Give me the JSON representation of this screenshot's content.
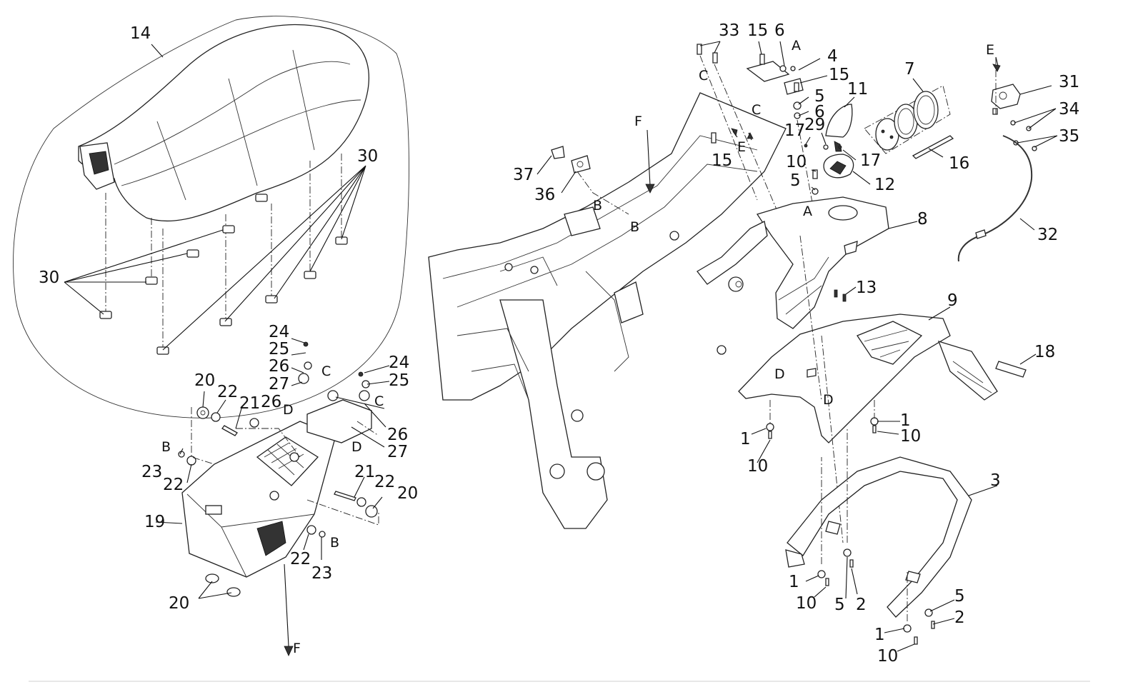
{
  "diagram": {
    "callouts": [
      {
        "id": "c14",
        "text": "14"
      },
      {
        "id": "c30a",
        "text": "30"
      },
      {
        "id": "c30b",
        "text": "30"
      },
      {
        "id": "c24a",
        "text": "24"
      },
      {
        "id": "c25a",
        "text": "25"
      },
      {
        "id": "c26a",
        "text": "26"
      },
      {
        "id": "c27a",
        "text": "27"
      },
      {
        "id": "c24b",
        "text": "24"
      },
      {
        "id": "c25b",
        "text": "25"
      },
      {
        "id": "c20a",
        "text": "20"
      },
      {
        "id": "c22a",
        "text": "22"
      },
      {
        "id": "c21a",
        "text": "21"
      },
      {
        "id": "c26b",
        "text": "26"
      },
      {
        "id": "c26c",
        "text": "26"
      },
      {
        "id": "c27b",
        "text": "27"
      },
      {
        "id": "c23a",
        "text": "23"
      },
      {
        "id": "c22b",
        "text": "22"
      },
      {
        "id": "c21b",
        "text": "21"
      },
      {
        "id": "c22c",
        "text": "22"
      },
      {
        "id": "c20b",
        "text": "20"
      },
      {
        "id": "c19",
        "text": "19"
      },
      {
        "id": "c22d",
        "text": "22"
      },
      {
        "id": "c23b",
        "text": "23"
      },
      {
        "id": "c20c",
        "text": "20"
      },
      {
        "id": "c37",
        "text": "37"
      },
      {
        "id": "c36",
        "text": "36"
      },
      {
        "id": "c33",
        "text": "33"
      },
      {
        "id": "c15a",
        "text": "15"
      },
      {
        "id": "c6a",
        "text": "6"
      },
      {
        "id": "c4",
        "text": "4"
      },
      {
        "id": "c15b",
        "text": "15"
      },
      {
        "id": "c5a",
        "text": "5"
      },
      {
        "id": "c6b",
        "text": "6"
      },
      {
        "id": "c11",
        "text": "11"
      },
      {
        "id": "c7",
        "text": "7"
      },
      {
        "id": "c17a",
        "text": "17"
      },
      {
        "id": "c29",
        "text": "29"
      },
      {
        "id": "c17b",
        "text": "17"
      },
      {
        "id": "c15c",
        "text": "15"
      },
      {
        "id": "c10a",
        "text": "10"
      },
      {
        "id": "c5b",
        "text": "5"
      },
      {
        "id": "c12",
        "text": "12"
      },
      {
        "id": "c16",
        "text": "16"
      },
      {
        "id": "c8",
        "text": "8"
      },
      {
        "id": "c13",
        "text": "13"
      },
      {
        "id": "c9",
        "text": "9"
      },
      {
        "id": "c18",
        "text": "18"
      },
      {
        "id": "c1a",
        "text": "1"
      },
      {
        "id": "c10b",
        "text": "10"
      },
      {
        "id": "c1b",
        "text": "1"
      },
      {
        "id": "c10c",
        "text": "10"
      },
      {
        "id": "c3",
        "text": "3"
      },
      {
        "id": "c1c",
        "text": "1"
      },
      {
        "id": "c10d",
        "text": "10"
      },
      {
        "id": "c5c",
        "text": "5"
      },
      {
        "id": "c2a",
        "text": "2"
      },
      {
        "id": "c5d",
        "text": "5"
      },
      {
        "id": "c2b",
        "text": "2"
      },
      {
        "id": "c1d",
        "text": "1"
      },
      {
        "id": "c10e",
        "text": "10"
      },
      {
        "id": "c31",
        "text": "31"
      },
      {
        "id": "c34",
        "text": "34"
      },
      {
        "id": "c35",
        "text": "35"
      },
      {
        "id": "c32",
        "text": "32"
      }
    ],
    "refs": [
      {
        "id": "rC1",
        "text": "C"
      },
      {
        "id": "rD1",
        "text": "D"
      },
      {
        "id": "rC2",
        "text": "C"
      },
      {
        "id": "rD2",
        "text": "D"
      },
      {
        "id": "rB1",
        "text": "B"
      },
      {
        "id": "rB2",
        "text": "B"
      },
      {
        "id": "rF1",
        "text": "F"
      },
      {
        "id": "rF2",
        "text": "F"
      },
      {
        "id": "rB3",
        "text": "B"
      },
      {
        "id": "rB4",
        "text": "B"
      },
      {
        "id": "rC3",
        "text": "C"
      },
      {
        "id": "rC4",
        "text": "C"
      },
      {
        "id": "rA1",
        "text": "A"
      },
      {
        "id": "rE1",
        "text": "E"
      },
      {
        "id": "rA2",
        "text": "A"
      },
      {
        "id": "rD3",
        "text": "D"
      },
      {
        "id": "rD4",
        "text": "D"
      },
      {
        "id": "rE2",
        "text": "E"
      }
    ]
  }
}
